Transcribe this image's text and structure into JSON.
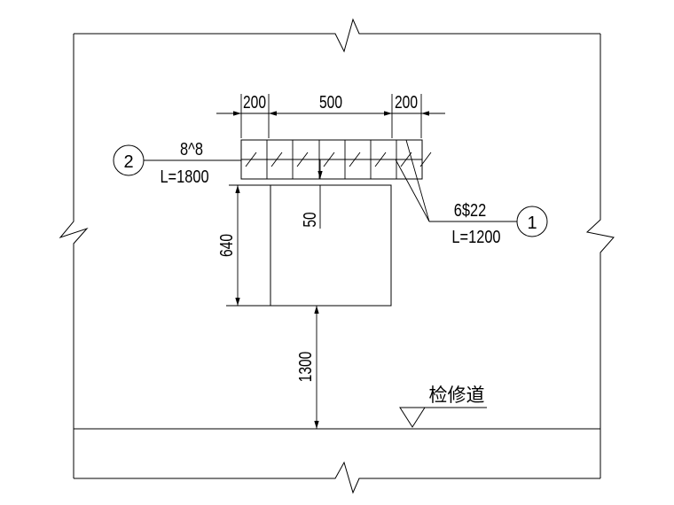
{
  "dimensions": {
    "top_left": "200",
    "top_middle": "500",
    "top_right": "200",
    "opening_height": "640",
    "small_gap": "50",
    "clearance": "1300"
  },
  "rebar_2": {
    "marker": "2",
    "spec": "8^8",
    "length": "L=1800"
  },
  "rebar_1": {
    "marker": "1",
    "spec": "6$22",
    "length": "L=1200"
  },
  "walkway_label": "检修道",
  "colors": {
    "line": "#000000",
    "background": "#ffffff"
  }
}
